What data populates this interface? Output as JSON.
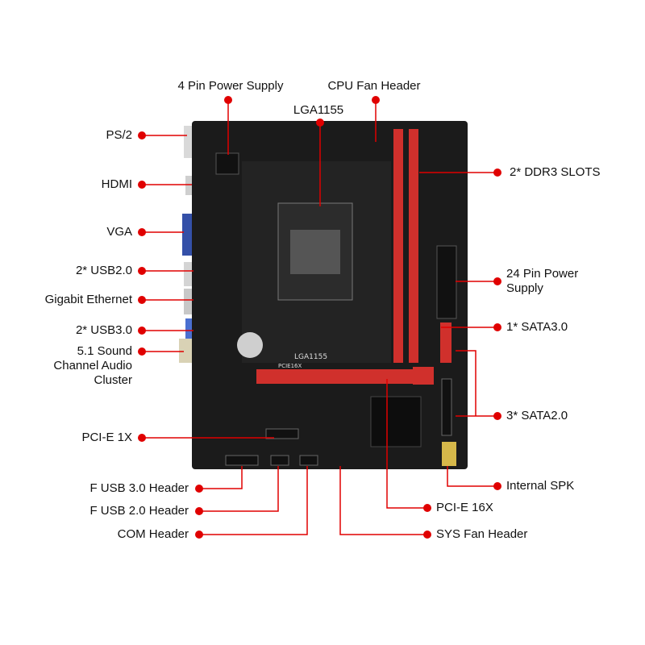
{
  "colors": {
    "accent": "#e00000",
    "board": "#1b1b1b",
    "slot": "#d0302c"
  },
  "labels": {
    "ps2": "PS/2",
    "hdmi": "HDMI",
    "vga": "VGA",
    "usb2": "2* USB2.0",
    "ethernet": "Gigabit Ethernet",
    "usb3": "2* USB3.0",
    "audio_1": "5.1 Sound",
    "audio_2": "Channel Audio",
    "audio_3": "Cluster",
    "pcie1x": "PCI-E 1X",
    "fusb3": "F USB 3.0 Header",
    "fusb2": "F USB 2.0 Header",
    "com": "COM Header",
    "power4": "4 Pin Power Supply",
    "cpufan": "CPU Fan Header",
    "socket": "LGA1155",
    "ddr3": "2* DDR3 SLOTS",
    "power24_1": "24 Pin Power",
    "power24_2": "Supply",
    "sata3": "1* SATA3.0",
    "sata2": "3* SATA2.0",
    "spk": "Internal SPK",
    "pcie16x": "PCI-E 16X",
    "sysfan": "SYS Fan Header"
  },
  "board_text": {
    "socket_print": "LGA1155",
    "pcie_print": "PCIE16X"
  }
}
